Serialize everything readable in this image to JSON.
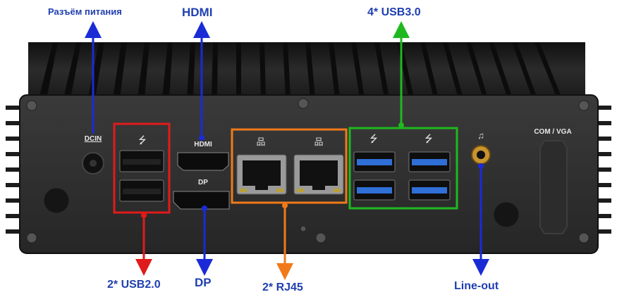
{
  "callouts": {
    "power": "Разъём питания",
    "hdmi": "HDMI",
    "usb3": "4* USB3.0",
    "usb2": "2* USB2.0",
    "dp": "DP",
    "rj45": "2* RJ45",
    "lineout": "Line-out"
  },
  "panel_labels": {
    "dcin": "DCIN",
    "hdmi": "HDMI",
    "dp": "DP",
    "com_vga": "COM / VGA"
  },
  "colors": {
    "annotation_text": "#1f3fb0",
    "arrow_blue": "#1a2bd6",
    "box_red": "#e01b1b",
    "box_orange": "#f07a1a",
    "box_green": "#1fb81f",
    "chassis": "#2a2a2a",
    "usb3_blue": "#2f6fd6"
  },
  "icons": {
    "usb": "usb-icon",
    "network": "network-icon",
    "headphone": "headphone-icon"
  }
}
